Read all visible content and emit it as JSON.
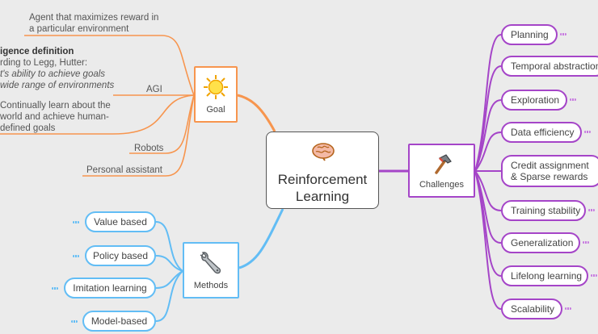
{
  "center": {
    "title_line1": "Reinforcement",
    "title_line2": "Learning",
    "icon": "brain-icon"
  },
  "goal": {
    "label": "Goal",
    "icon": "sun-icon",
    "color": "#f7954e",
    "items": {
      "agent": [
        "Agent that maximizes reward in",
        "a particular environment"
      ],
      "agi": {
        "label": "AGI",
        "definition_title": "igence definition",
        "definition_lines": [
          "rding to Legg, Hutter:",
          "t's ability to achieve goals",
          "wide range of environments"
        ],
        "continual_lines": [
          "Continually learn about the",
          "world and achieve human-",
          "defined goals"
        ]
      },
      "robots": "Robots",
      "assistant": "Personal assistant"
    }
  },
  "methods": {
    "label": "Methods",
    "icon": "wrench-icon",
    "color": "#62bdf5",
    "items": [
      "Value based",
      "Policy based",
      "Imitation learning",
      "Model-based"
    ]
  },
  "challenges": {
    "label": "Challenges",
    "icon": "hammer-icon",
    "color": "#a545c8",
    "items": [
      "Planning",
      "Temporal abstraction",
      "Exploration",
      "Data efficiency",
      [
        "Credit assignment",
        "& Sparse rewards"
      ],
      "Training stability",
      "Generalization",
      "Lifelong learning",
      "Scalability"
    ]
  }
}
